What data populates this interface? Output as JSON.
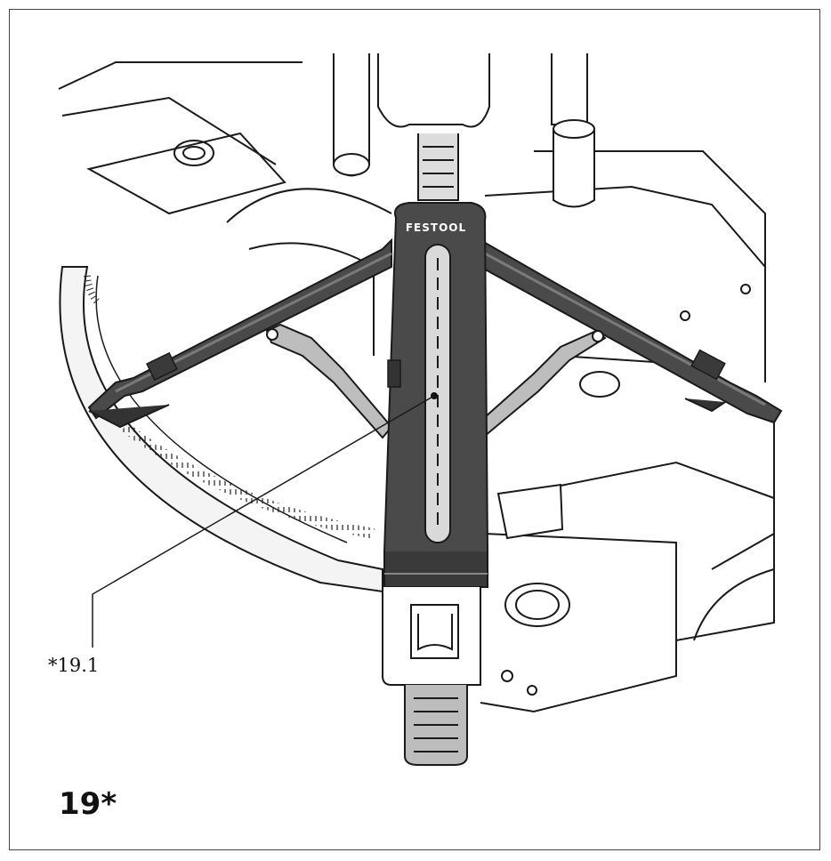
{
  "figure": {
    "number": "19*",
    "callout_label": "*19.1",
    "brand_logo": "FESTOOL"
  },
  "colors": {
    "line": "#1a1a1a",
    "dark_part": "#4a4a4a",
    "gray_part": "#bdbdbd",
    "light_part": "#e6e6e6",
    "slot": "#d9d9d9"
  }
}
